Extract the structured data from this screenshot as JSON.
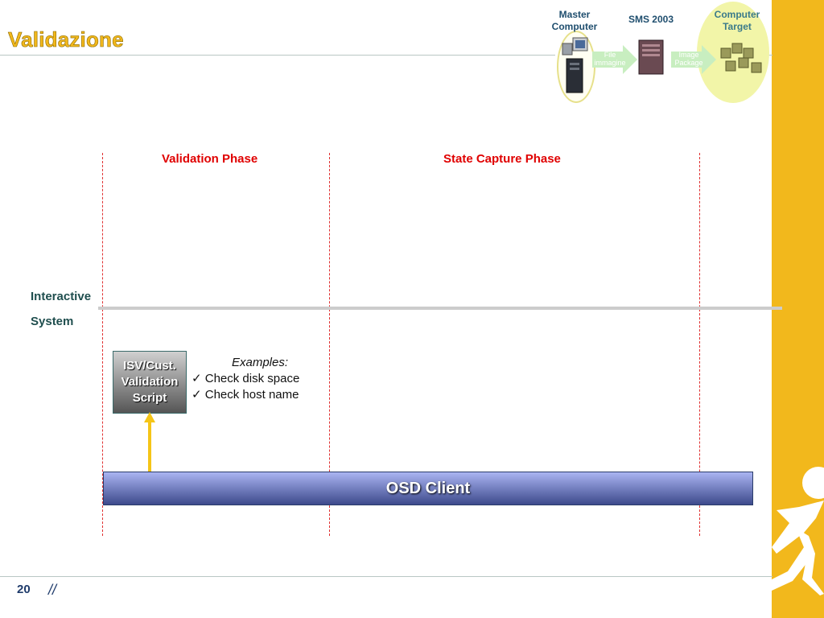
{
  "slide": {
    "title": "Validazione",
    "page_number": "20",
    "footer_mark": "//"
  },
  "header_graphic": {
    "master_computer": [
      "Master",
      "Computer"
    ],
    "sms": "SMS 2003",
    "computer_target": [
      "Computer",
      "Target"
    ],
    "arrow1": [
      "File",
      "immagine"
    ],
    "arrow2": [
      "Image",
      "Package"
    ]
  },
  "diagram": {
    "phases": [
      "Validation Phase",
      "State Capture Phase"
    ],
    "lanes": [
      "Interactive",
      "System"
    ],
    "script_box": [
      "ISV/Cust.",
      "Validation",
      "Script"
    ],
    "examples_title": "Examples:",
    "examples": [
      "Check disk space",
      "Check host name"
    ],
    "check_glyph": "✓",
    "osd_client": "OSD Client"
  },
  "colors": {
    "accent_yellow": "#f2b81c",
    "phase_red": "#e00000",
    "lane_text": "#1f4e4e",
    "osd_blue": "#5a68b0",
    "arrow_green": "#c8eec0"
  }
}
